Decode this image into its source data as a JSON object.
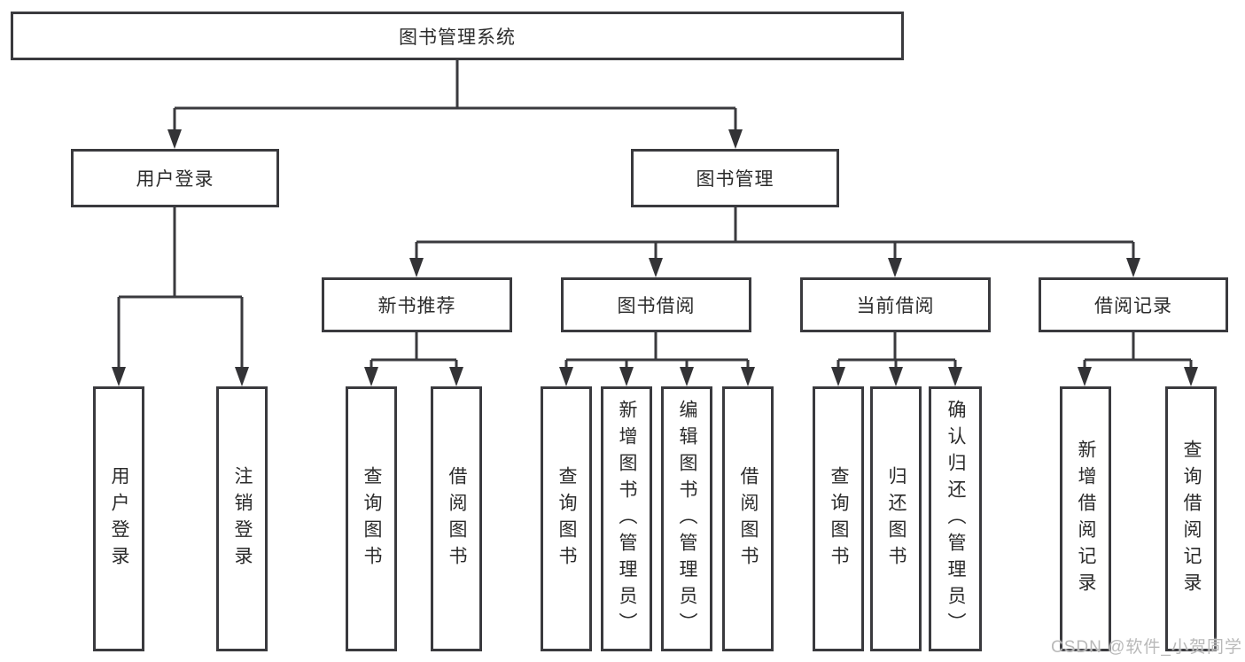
{
  "nodes": {
    "root": "图书管理系统",
    "user_login": "用户登录",
    "book_management": "图书管理",
    "new_book_recommend": "新书推荐",
    "book_borrowing": "图书借阅",
    "current_borrowing": "当前借阅",
    "borrowing_records": "借阅记录"
  },
  "leaves": {
    "user_login": [
      "用户登录",
      "注销登录"
    ],
    "new_book_recommend": [
      "查询图书",
      "借阅图书"
    ],
    "book_borrowing": [
      "查询图书",
      "新增图书（管理员）",
      "编辑图书（管理员）",
      "借阅图书"
    ],
    "current_borrowing": [
      "查询图书",
      "归还图书",
      "确认归还（管理员）"
    ],
    "borrowing_records": [
      "新增借阅记录",
      "查询借阅记录"
    ]
  },
  "watermark": "CSDN @软件_小贺同学",
  "colors": {
    "line": "#3a3a3e",
    "box_border": "#3a3a3e",
    "text": "#2b2b2b",
    "background": "#ffffff",
    "watermark": "#b9b9b9"
  }
}
